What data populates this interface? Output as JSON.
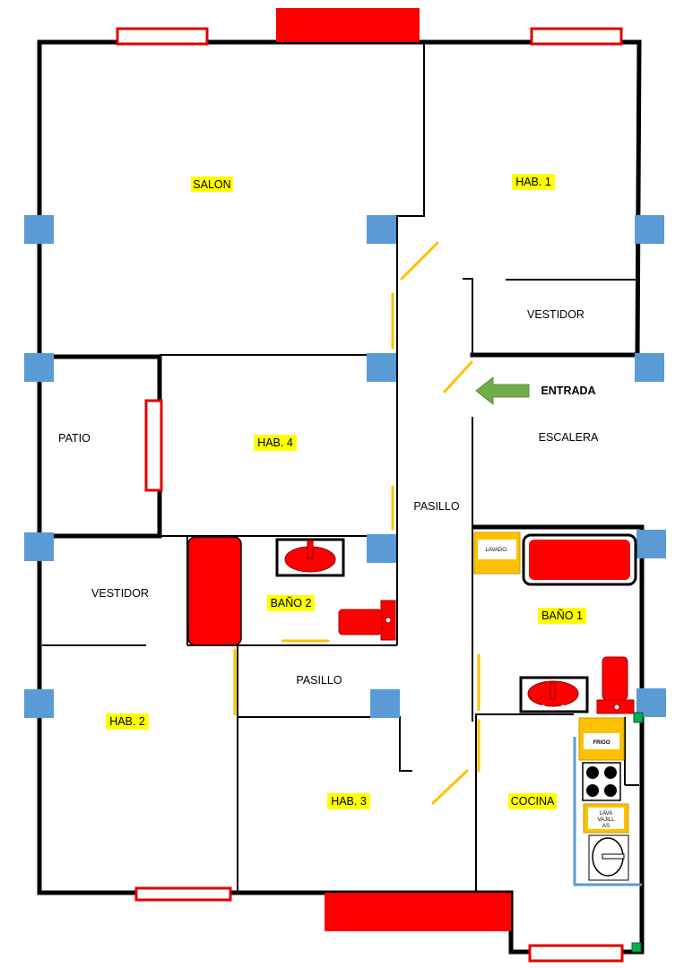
{
  "rooms": {
    "salon": "SALON",
    "hab1": "HAB. 1",
    "vestidor_top": "VESTIDOR",
    "entrada": "ENTRADA",
    "escalera": "ESCALERA",
    "patio": "PATIO",
    "hab4": "HAB. 4",
    "pasillo_main": "PASILLO",
    "vestidor_left": "VESTIDOR",
    "bano2": "BAÑO 2",
    "bano1": "BAÑO 1",
    "pasillo_lower": "PASILLO",
    "hab2": "HAB. 2",
    "hab3": "HAB. 3",
    "cocina": "COCINA"
  },
  "appliances": {
    "lavadora": "LAVADO.",
    "frigo": "FRIGO",
    "lavavajillas_1": "LAVA",
    "lavavajillas_2": "VAJILL",
    "lavavajillas_3": "AS"
  },
  "colors": {
    "wall": "#000000",
    "window_fill": "#ffffff",
    "window_border": "#e00000",
    "radiator": "#ff0000",
    "column": "#5b9bd5",
    "door": "#ffc000",
    "label_highlight": "#ffff00",
    "arrow": "#70ad47",
    "appliance": "#ffc000",
    "kitchen_counter": "#5b9bd5",
    "valve": "#00b050"
  }
}
